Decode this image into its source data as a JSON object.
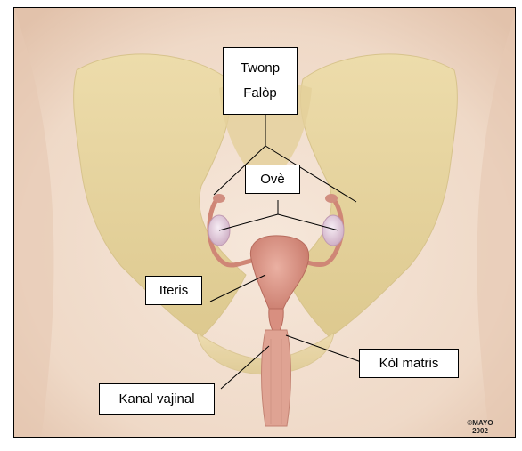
{
  "labels": {
    "fallopian_line1": "Twonp",
    "fallopian_line2": "Falòp",
    "ovary": "Ovè",
    "uterus": "Iteris",
    "cervix": "Kòl matris",
    "vagina": "Kanal vajinal"
  },
  "credit": {
    "line1": "©MAYO",
    "line2": "2002"
  },
  "colors": {
    "skin": "#f3e2d3",
    "pelvis_bone": "#e9d7a4",
    "organ": "#d99485",
    "ovary": "#e9d6e4",
    "line": "#000000"
  }
}
